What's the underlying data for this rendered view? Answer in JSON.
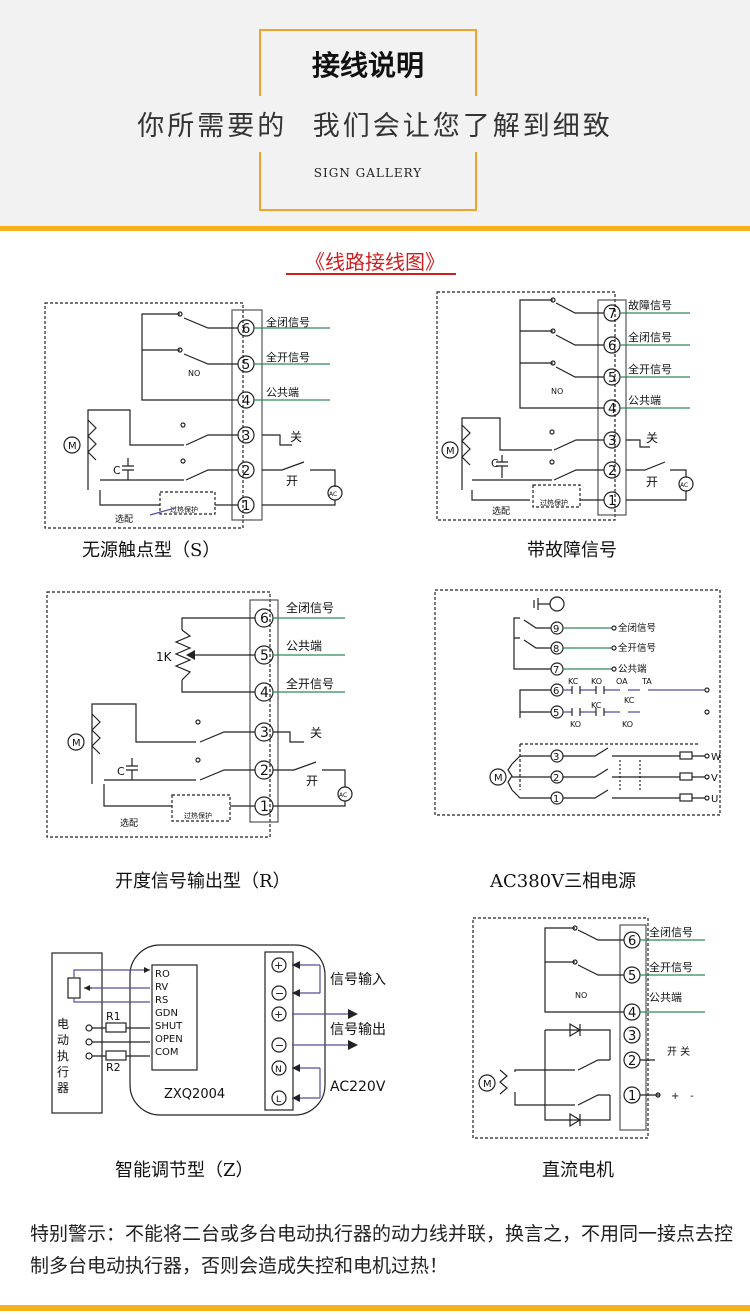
{
  "header": {
    "title": "接线说明",
    "subtitle": "你所需要的 我们会让您了解到细致",
    "brand": "SIGN GALLERY"
  },
  "section_title": "《线路接线图》",
  "diagrams": {
    "s": {
      "caption": "无源触点型（S）",
      "terminals": [
        "6",
        "5",
        "4",
        "3",
        "2",
        "1"
      ],
      "labels": [
        "全闭信号",
        "全开信号",
        "公共端"
      ],
      "no": "NO",
      "close": "关",
      "open": "开",
      "ac": "AC",
      "c": "C",
      "m": "M",
      "optional": "选配",
      "overheat": "过热保护"
    },
    "fault": {
      "caption": "带故障信号",
      "terminals": [
        "7",
        "6",
        "5",
        "4",
        "3",
        "2",
        "1"
      ],
      "labels": [
        "故障信号",
        "全闭信号",
        "全开信号",
        "公共端"
      ],
      "no": "NO",
      "close": "关",
      "open": "开",
      "ac": "AC",
      "c": "C",
      "m": "M",
      "optional": "选配",
      "overheat": "过热保护"
    },
    "r": {
      "caption": "开度信号输出型（R）",
      "terminals": [
        "6",
        "5",
        "4",
        "3",
        "2",
        "1"
      ],
      "labels": [
        "全闭信号",
        "公共端",
        "全开信号"
      ],
      "pot": "1K",
      "close": "关",
      "open": "开",
      "ac": "AC",
      "c": "C",
      "m": "M",
      "optional": "选配",
      "overheat": "过热保护"
    },
    "ac380": {
      "caption": "AC380V三相电源",
      "terminals": [
        "9",
        "8",
        "7",
        "6",
        "5",
        "3",
        "2",
        "1"
      ],
      "labels": [
        "全闭信号",
        "全开信号",
        "公共端"
      ],
      "relays": [
        "KC",
        "KO",
        "OA",
        "TA",
        "KC",
        "KC",
        "KO",
        "KO"
      ],
      "phases": [
        "W",
        "V",
        "U"
      ],
      "m": "M"
    },
    "z": {
      "caption": "智能调节型（Z）",
      "model": "ZXQ2004",
      "pins": [
        "RO",
        "RV",
        "RS",
        "GDN",
        "SHUT",
        "OPEN",
        "COM"
      ],
      "resistors": [
        "R1",
        "R2"
      ],
      "actuator": [
        "电",
        "动",
        "执",
        "行",
        "器"
      ],
      "signal_in": "信号输入",
      "signal_out": "信号输出",
      "power": "AC220V",
      "term_symbols": [
        "+",
        "−",
        "+",
        "−",
        "N",
        "L"
      ]
    },
    "dc": {
      "caption": "直流电机",
      "terminals": [
        "6",
        "5",
        "4",
        "3",
        "2",
        "1"
      ],
      "labels": [
        "全闭信号",
        "全开信号",
        "公共端"
      ],
      "no": "NO",
      "switch": "开 关",
      "plus": "+",
      "minus": "-",
      "m": "M"
    }
  },
  "warning": "特别警示：不能将二台或多台电动执行器的动力线并联，换言之，不用同一接点去控制多台电动执行器，否则会造成失控和电机过热！",
  "colors": {
    "accent": "#f6b21a",
    "red": "#cc1f1f",
    "green": "#2e8b57",
    "purple": "#5b4a9e"
  }
}
